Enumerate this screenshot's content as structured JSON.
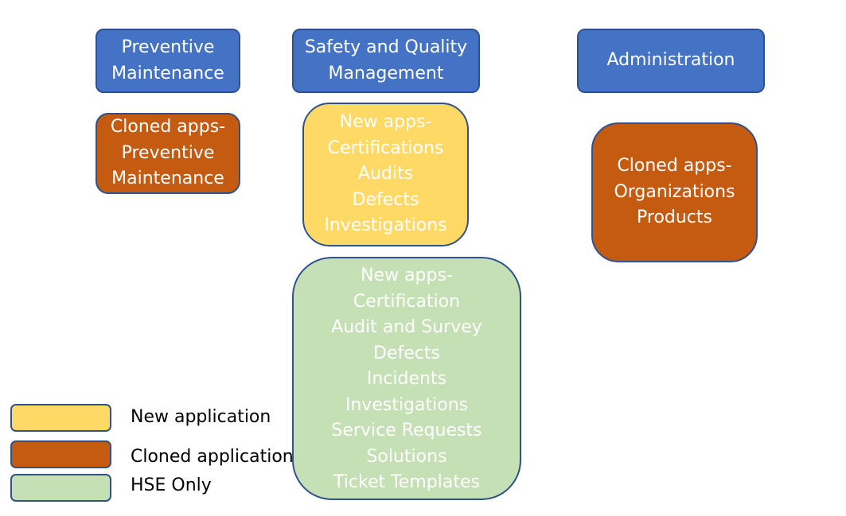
{
  "boxes": {
    "preventive": [
      "Preventive",
      "Maintenance"
    ],
    "sqm": [
      "Safety and Quality",
      "Management"
    ],
    "admin": [
      "Administration"
    ],
    "cloned_pm": [
      "Cloned apps-",
      "Preventive",
      "Maintenance"
    ],
    "new_apps": [
      "New apps-",
      "Certifications",
      "Audits",
      "Defects",
      "Investigations"
    ],
    "cloned_org": [
      "Cloned apps-",
      "Organizations",
      "Products"
    ],
    "hse": [
      "New apps-",
      "Certification",
      "Audit and Survey",
      "Defects",
      "Incidents",
      "Investigations",
      "Service Requests",
      "Solutions",
      "Ticket Templates"
    ]
  },
  "legend": {
    "new": "New application",
    "cloned": "Cloned application",
    "hse": "HSE Only"
  },
  "colors": {
    "blue": "#4472c4",
    "orange": "#c55a11",
    "yellow": "#ffd966",
    "green": "#c5e0b4",
    "border": "#2f528f"
  }
}
